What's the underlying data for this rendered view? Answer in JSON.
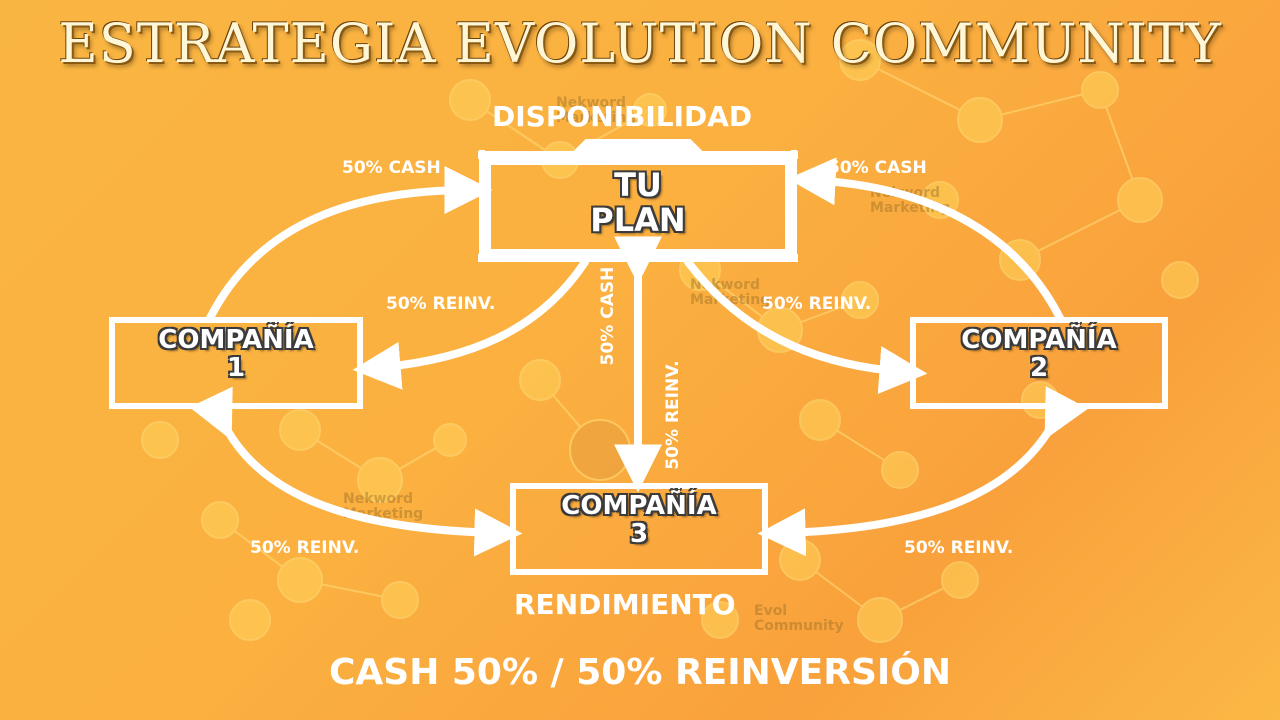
{
  "title": "ESTRATEGIA EVOLUTION COMMUNITY",
  "top_label": "DISPONIBILIDAD",
  "bottom_label": "RENDIMIENTO",
  "footer": "CASH 50% / 50% REINVERSIÓN",
  "nodes": {
    "plan": {
      "line1": "TU",
      "line2": "PLAN"
    },
    "company1": {
      "line1": "COMPAÑÍA",
      "line2": "1"
    },
    "company2": {
      "line1": "COMPAÑÍA",
      "line2": "2"
    },
    "company3": {
      "line1": "COMPAÑÍA",
      "line2": "3"
    }
  },
  "edges": {
    "c1_to_plan": "50% CASH",
    "c2_to_plan": "50% CASH",
    "plan_to_c1": "50% REINV.",
    "plan_to_c2": "50% REINV.",
    "plan_c3_cash": "50% CASH",
    "plan_c3_reinv": "50% REINV.",
    "c1_c3": "50% REINV.",
    "c2_c3": "50% REINV."
  },
  "watermarks": {
    "w1": "Nekword\nMarketing",
    "w2": "Nekword\nMarketing",
    "w3": "Nekword\nMarketing",
    "w4": "Nekword\nMarketing",
    "w5": "Evol\nCommunity"
  },
  "colors": {
    "background": "#f9b542",
    "line": "#ffffff",
    "watermark": "#b07a25"
  }
}
